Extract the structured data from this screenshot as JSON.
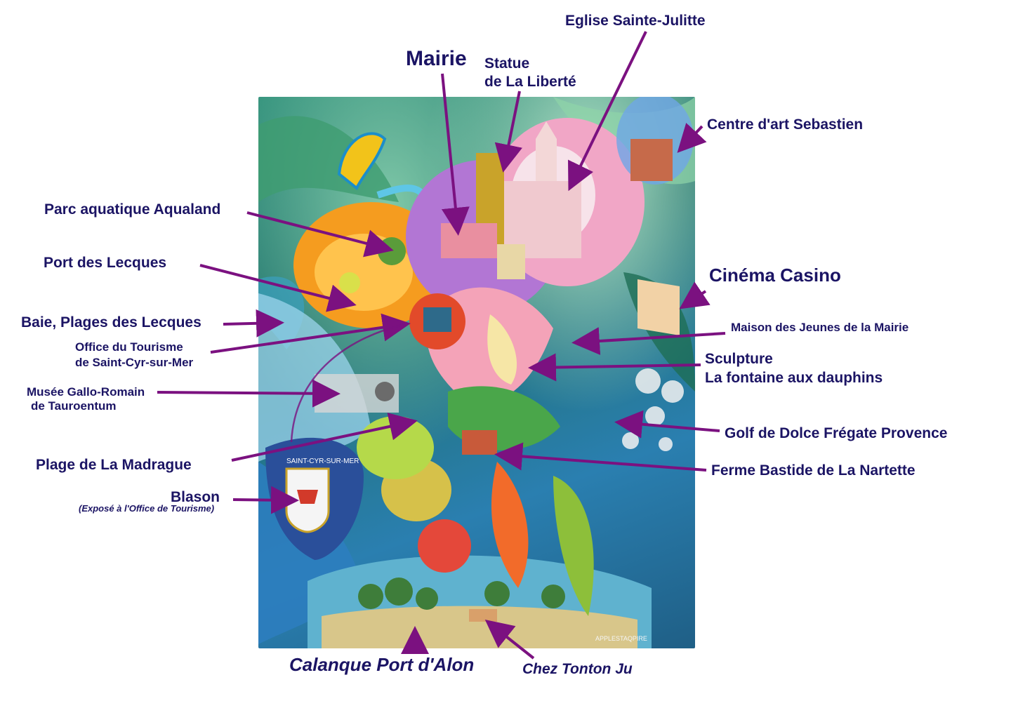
{
  "labels": {
    "eglise": "Eglise Sainte-Julitte",
    "mairie": "Mairie",
    "statue_1": "Statue",
    "statue_2": "de La Liberté",
    "centre_art": "Centre d'art Sebastien",
    "aqualand": "Parc aquatique Aqualand",
    "port_lecques": "Port des Lecques",
    "cinema": "Cinéma Casino",
    "baie": "Baie, Plages des Lecques",
    "maison_jeunes": "Maison des Jeunes de la Mairie",
    "office_1": "Office du Tourisme",
    "office_2": "de Saint-Cyr-sur-Mer",
    "sculpture_1": "Sculpture",
    "sculpture_2": "La fontaine aux dauphins",
    "musee_1": "Musée Gallo-Romain",
    "musee_2": "de Tauroentum",
    "golf": "Golf de Dolce Frégate Provence",
    "madrague": "Plage de La Madrague",
    "ferme": "Ferme Bastide de La Nartette",
    "blason": "Blason",
    "blason_note": "(Exposé à l'Office de Tourisme)",
    "calanque": "Calanque Port d'Alon",
    "tonton": "Chez Tonton Ju"
  },
  "painting": {
    "crest_text": "SAINT-CYR-SUR-MER",
    "signature": "APPLESTAQPIRE"
  },
  "colors": {
    "label_text": "#1b1464",
    "leader_line": "#7b1180"
  }
}
